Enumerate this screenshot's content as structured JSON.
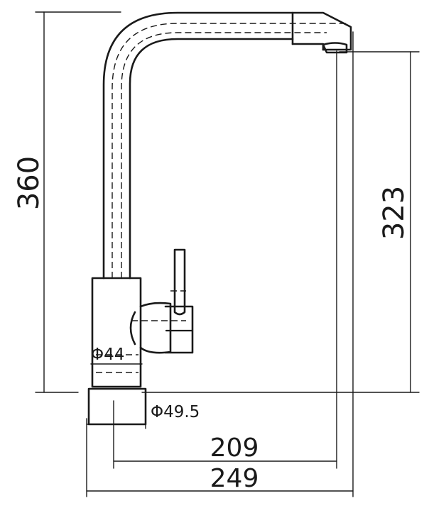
{
  "dimensions": {
    "total_height": "360",
    "spout_height": "323",
    "body_diameter": "Φ44",
    "base_diameter": "Φ49.5",
    "spout_reach": "209",
    "total_reach": "249"
  },
  "colors": {
    "line": "#1a1a1a",
    "background": "#ffffff"
  }
}
